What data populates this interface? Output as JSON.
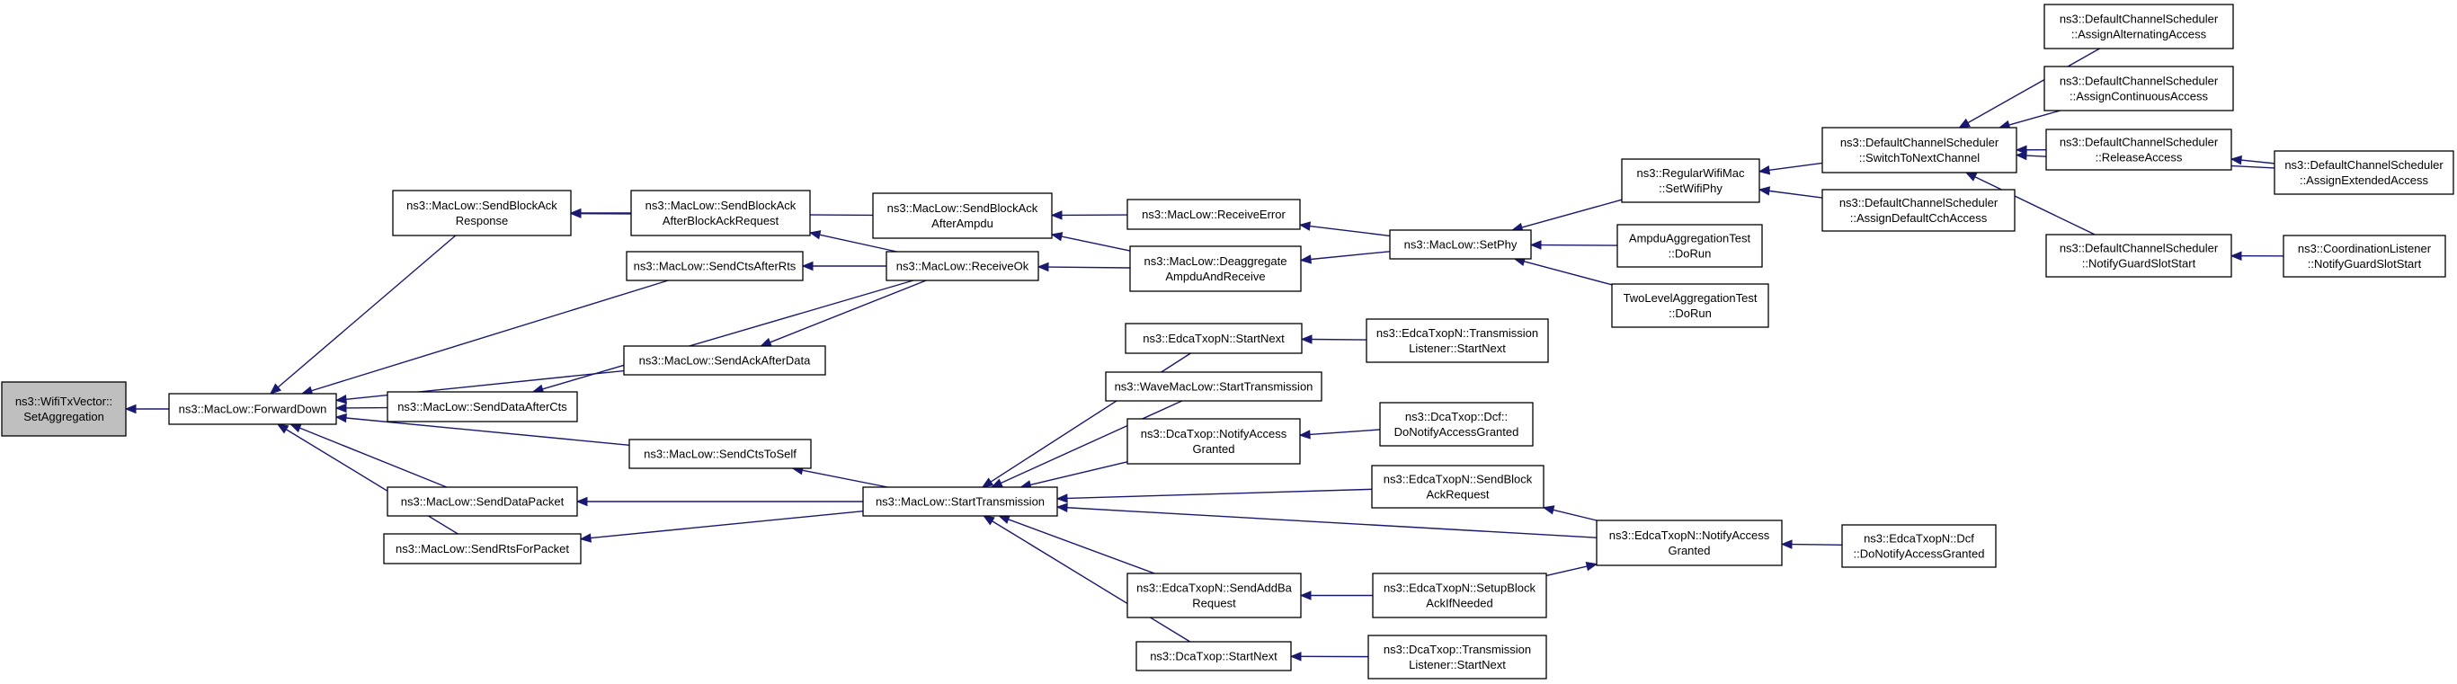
{
  "nodes": {
    "root": [
      "ns3::WifiTxVector::",
      "SetAggregation"
    ],
    "forward_down": [
      "ns3::MacLow::ForwardDown"
    ],
    "send_block_ack_response": [
      "ns3::MacLow::SendBlockAck",
      "Response"
    ],
    "send_cts_after_rts": [
      "ns3::MacLow::SendCtsAfterRts"
    ],
    "send_ack_after_data": [
      "ns3::MacLow::SendAckAfterData"
    ],
    "send_data_after_cts": [
      "ns3::MacLow::SendDataAfterCts"
    ],
    "send_cts_to_self": [
      "ns3::MacLow::SendCtsToSelf"
    ],
    "send_data_packet": [
      "ns3::MacLow::SendDataPacket"
    ],
    "send_rts_for_packet": [
      "ns3::MacLow::SendRtsForPacket"
    ],
    "send_block_ack_after_block_ack_request": [
      "ns3::MacLow::SendBlockAck",
      "AfterBlockAckRequest"
    ],
    "send_block_ack_after_ampdu": [
      "ns3::MacLow::SendBlockAck",
      "AfterAmpdu"
    ],
    "receive_ok": [
      "ns3::MacLow::ReceiveOk"
    ],
    "start_transmission": [
      "ns3::MacLow::StartTransmission"
    ],
    "receive_error": [
      "ns3::MacLow::ReceiveError"
    ],
    "deaggregate_ampdu_and_receive": [
      "ns3::MacLow::Deaggregate",
      "AmpduAndReceive"
    ],
    "set_phy": [
      "ns3::MacLow::SetPhy"
    ],
    "regular_wifi_mac_set_wifi_phy": [
      "ns3::RegularWifiMac",
      "::SetWifiPhy"
    ],
    "ampdu_aggregation_test_do_run": [
      "AmpduAggregationTest",
      "::DoRun"
    ],
    "two_level_aggregation_test_do_run": [
      "TwoLevelAggregationTest",
      "::DoRun"
    ],
    "switch_to_next_channel": [
      "ns3::DefaultChannelScheduler",
      "::SwitchToNextChannel"
    ],
    "assign_default_cch_access": [
      "ns3::DefaultChannelScheduler",
      "::AssignDefaultCchAccess"
    ],
    "assign_alternating_access": [
      "ns3::DefaultChannelScheduler",
      "::AssignAlternatingAccess"
    ],
    "assign_continuous_access": [
      "ns3::DefaultChannelScheduler",
      "::AssignContinuousAccess"
    ],
    "release_access": [
      "ns3::DefaultChannelScheduler",
      "::ReleaseAccess"
    ],
    "assign_extended_access": [
      "ns3::DefaultChannelScheduler",
      "::AssignExtendedAccess"
    ],
    "notify_guard_slot_start_scheduler": [
      "ns3::DefaultChannelScheduler",
      "::NotifyGuardSlotStart"
    ],
    "notify_guard_slot_start_listener": [
      "ns3::CoordinationListener",
      "::NotifyGuardSlotStart"
    ],
    "edca_start_next": [
      "ns3::EdcaTxopN::StartNext"
    ],
    "edca_transmission_listener_start_next": [
      "ns3::EdcaTxopN::Transmission",
      "Listener::StartNext"
    ],
    "wave_mac_low_start_transmission": [
      "ns3::WaveMacLow::StartTransmission"
    ],
    "dca_notify_access_granted": [
      "ns3::DcaTxop::NotifyAccess",
      "Granted"
    ],
    "dca_dcf_do_notify_access_granted": [
      "ns3::DcaTxop::Dcf::",
      "DoNotifyAccessGranted"
    ],
    "edca_send_block_ack_request": [
      "ns3::EdcaTxopN::SendBlock",
      "AckRequest"
    ],
    "edca_notify_access_granted": [
      "ns3::EdcaTxopN::NotifyAccess",
      "Granted"
    ],
    "edca_dcf_do_notify_access_granted": [
      "ns3::EdcaTxopN::Dcf",
      "::DoNotifyAccessGranted"
    ],
    "edca_send_add_ba_request": [
      "ns3::EdcaTxopN::SendAddBa",
      "Request"
    ],
    "edca_setup_block_ack_if_needed": [
      "ns3::EdcaTxopN::SetupBlock",
      "AckIfNeeded"
    ],
    "dca_start_next": [
      "ns3::DcaTxop::StartNext"
    ],
    "dca_transmission_listener_start_next": [
      "ns3::DcaTxop::Transmission",
      "Listener::StartNext"
    ]
  },
  "edges": [
    [
      "forward_down",
      "root"
    ],
    [
      "send_block_ack_response",
      "forward_down"
    ],
    [
      "send_cts_after_rts",
      "forward_down"
    ],
    [
      "send_ack_after_data",
      "forward_down"
    ],
    [
      "send_data_after_cts",
      "forward_down"
    ],
    [
      "send_cts_to_self",
      "forward_down"
    ],
    [
      "send_data_packet",
      "forward_down"
    ],
    [
      "send_rts_for_packet",
      "forward_down"
    ],
    [
      "send_block_ack_after_ampdu",
      "send_block_ack_response"
    ],
    [
      "send_block_ack_after_block_ack_request",
      "send_block_ack_response"
    ],
    [
      "receive_ok",
      "send_block_ack_after_block_ack_request"
    ],
    [
      "receive_ok",
      "send_cts_after_rts"
    ],
    [
      "receive_ok",
      "send_ack_after_data"
    ],
    [
      "receive_ok",
      "send_data_after_cts"
    ],
    [
      "start_transmission",
      "send_cts_to_self"
    ],
    [
      "start_transmission",
      "send_data_packet"
    ],
    [
      "start_transmission",
      "send_rts_for_packet"
    ],
    [
      "receive_error",
      "send_block_ack_after_ampdu"
    ],
    [
      "deaggregate_ampdu_and_receive",
      "send_block_ack_after_ampdu"
    ],
    [
      "deaggregate_ampdu_and_receive",
      "receive_ok"
    ],
    [
      "set_phy",
      "receive_error"
    ],
    [
      "set_phy",
      "deaggregate_ampdu_and_receive"
    ],
    [
      "regular_wifi_mac_set_wifi_phy",
      "set_phy"
    ],
    [
      "ampdu_aggregation_test_do_run",
      "set_phy"
    ],
    [
      "two_level_aggregation_test_do_run",
      "set_phy"
    ],
    [
      "switch_to_next_channel",
      "regular_wifi_mac_set_wifi_phy"
    ],
    [
      "assign_default_cch_access",
      "regular_wifi_mac_set_wifi_phy"
    ],
    [
      "assign_alternating_access",
      "switch_to_next_channel"
    ],
    [
      "assign_continuous_access",
      "switch_to_next_channel"
    ],
    [
      "release_access",
      "switch_to_next_channel"
    ],
    [
      "assign_extended_access",
      "switch_to_next_channel"
    ],
    [
      "notify_guard_slot_start_scheduler",
      "switch_to_next_channel"
    ],
    [
      "assign_extended_access",
      "release_access"
    ],
    [
      "notify_guard_slot_start_listener",
      "notify_guard_slot_start_scheduler"
    ],
    [
      "edca_start_next",
      "start_transmission"
    ],
    [
      "wave_mac_low_start_transmission",
      "start_transmission"
    ],
    [
      "dca_notify_access_granted",
      "start_transmission"
    ],
    [
      "edca_send_block_ack_request",
      "start_transmission"
    ],
    [
      "edca_notify_access_granted",
      "start_transmission"
    ],
    [
      "edca_send_add_ba_request",
      "start_transmission"
    ],
    [
      "dca_start_next",
      "start_transmission"
    ],
    [
      "edca_transmission_listener_start_next",
      "edca_start_next"
    ],
    [
      "dca_dcf_do_notify_access_granted",
      "dca_notify_access_granted"
    ],
    [
      "edca_notify_access_granted",
      "edca_send_block_ack_request"
    ],
    [
      "edca_dcf_do_notify_access_granted",
      "edca_notify_access_granted"
    ],
    [
      "edca_setup_block_ack_if_needed",
      "edca_send_add_ba_request"
    ],
    [
      "edca_setup_block_ack_if_needed",
      "edca_notify_access_granted"
    ],
    [
      "dca_transmission_listener_start_next",
      "dca_start_next"
    ]
  ],
  "colors": {
    "edge": "#191970",
    "node_border": "#000000",
    "node_fill": "#ffffff",
    "root_fill": "#bfbfbf"
  }
}
